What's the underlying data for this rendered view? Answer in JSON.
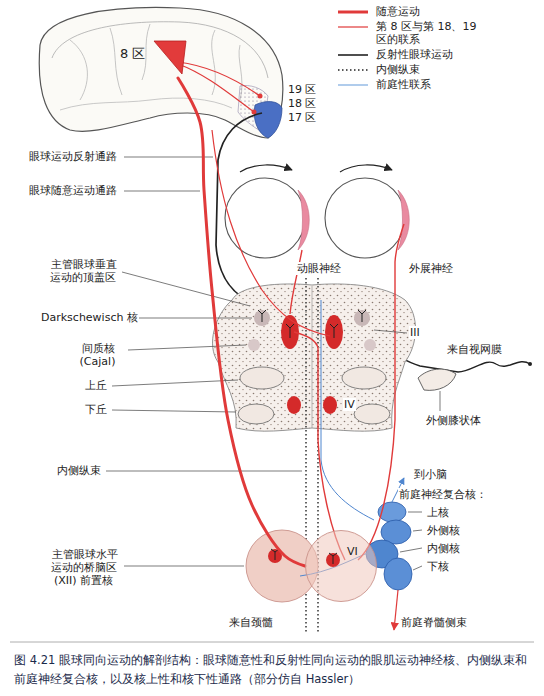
{
  "diagram": {
    "caption": "图 4.21 眼球同向运动的解剖结构：眼球随意性和反射性同向运动的眼肌运动神经核、内侧纵束和前庭神经复合核，以及核上性和核下性通路（部分仿自 Hassler）",
    "nodes": [
      {
        "text": [
          "8 区"
        ]
      },
      {
        "text": [
          "VI"
        ]
      }
    ],
    "edges": [
      {
        "from": 0,
        "to": 1,
        "arrow": "none"
      }
    ],
    "labels": [
      "19 区",
      "18 区",
      "17 区",
      "眼球运动反射通路",
      "眼球随意运动通路",
      "动眼神经",
      "外展神经",
      "主管眼球垂直运动的顶盖区",
      "Darkschewisch 核",
      "III",
      "间质核 (Cajal)",
      "来自视网膜",
      "上丘",
      "下丘",
      "IV",
      "外侧膝状体",
      "内侧纵束",
      "到小脑",
      "前庭神经复合核：",
      "上核",
      "外侧核",
      "内侧核",
      "下核",
      "主管眼球水平运动的桥脑区 (XII) 前置核",
      "来自颈髓",
      "前庭脊髓侧束"
    ],
    "legend": [
      {
        "text": "随意运动"
      },
      {
        "text": "第 8 区与第 18、19 区的联系"
      },
      {
        "text": "反射性眼球运动"
      },
      {
        "text": "内侧纵束"
      },
      {
        "text": "前庭性联系"
      }
    ]
  }
}
